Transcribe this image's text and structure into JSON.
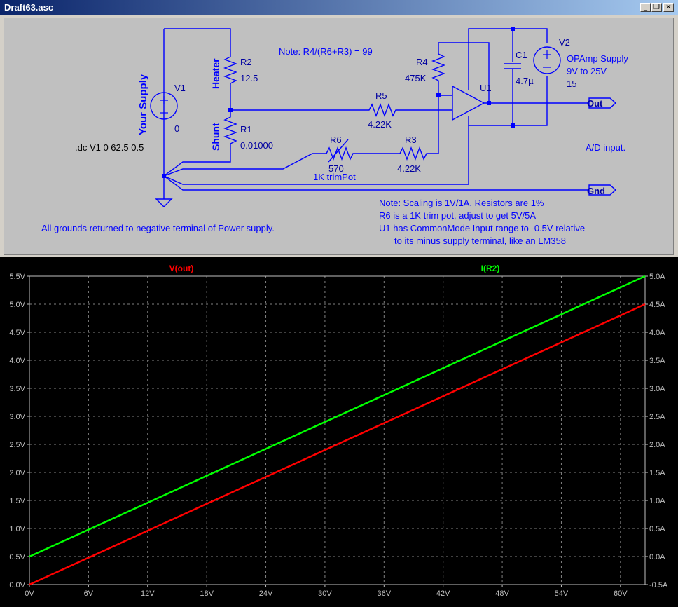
{
  "window": {
    "title": "Draft63.asc",
    "minimize_glyph": "_",
    "restore_glyph": "❐",
    "close_glyph": "✕"
  },
  "schematic": {
    "components": {
      "v1": {
        "name": "V1",
        "value": "0",
        "label": "Your Supply"
      },
      "r2": {
        "name": "R2",
        "value": "12.5",
        "label": "Heater"
      },
      "r1": {
        "name": "R1",
        "value": "0.01000",
        "label": "Shunt"
      },
      "r5": {
        "name": "R5",
        "value": "4.22K"
      },
      "r6": {
        "name": "R6",
        "value": "570",
        "label": "1K trimPot"
      },
      "r3": {
        "name": "R3",
        "value": "4.22K"
      },
      "r4": {
        "name": "R4",
        "value": "475K"
      },
      "c1": {
        "name": "C1",
        "value": "4.7µ"
      },
      "u1": {
        "name": "U1"
      },
      "v2": {
        "name": "V2",
        "value": "15",
        "label_line1": "OPAmp Supply",
        "label_line2": "9V to 25V"
      }
    },
    "ports": {
      "out": "Out",
      "gnd": "Gnd"
    },
    "directive": ".dc V1 0 62.5 0.5",
    "notes": {
      "ratio": "Note: R4/(R6+R3) = 99",
      "ad_input": "A/D input.",
      "scaling": "Note: Scaling is 1V/1A, Resistors are 1%",
      "trim": "R6 is a 1K trim pot, adjust to get 5V/5A",
      "cm_line1": "U1 has CommonMode Input range to -0.5V relative",
      "cm_line2": "to its minus supply terminal, like an LM358",
      "grounds": "All grounds returned to negative terminal of Power supply."
    },
    "colors": {
      "wire": "#0000ff",
      "text": "#0000b0",
      "bg": "#c0c0c0"
    }
  },
  "chart_data": {
    "type": "line",
    "x_label_unit": "V",
    "x_ticks": [
      "0V",
      "6V",
      "12V",
      "18V",
      "24V",
      "30V",
      "36V",
      "42V",
      "48V",
      "54V",
      "60V"
    ],
    "x_tick_values": [
      0,
      6,
      12,
      18,
      24,
      30,
      36,
      42,
      48,
      54,
      60
    ],
    "xlim": [
      0,
      62.5
    ],
    "left_axis": {
      "ticks": [
        "0.0V",
        "0.5V",
        "1.0V",
        "1.5V",
        "2.0V",
        "2.5V",
        "3.0V",
        "3.5V",
        "4.0V",
        "4.5V",
        "5.0V",
        "5.5V"
      ],
      "tick_values": [
        0,
        0.5,
        1,
        1.5,
        2,
        2.5,
        3,
        3.5,
        4,
        4.5,
        5,
        5.5
      ],
      "lim": [
        0,
        5.5
      ]
    },
    "right_axis": {
      "ticks": [
        "-0.5A",
        "0.0A",
        "0.5A",
        "1.0A",
        "1.5A",
        "2.0A",
        "2.5A",
        "3.0A",
        "3.5A",
        "4.0A",
        "4.5A",
        "5.0A"
      ],
      "tick_values": [
        -0.5,
        0,
        0.5,
        1,
        1.5,
        2,
        2.5,
        3,
        3.5,
        4,
        4.5,
        5
      ],
      "lim": [
        -0.5,
        5.0
      ]
    },
    "grid": true,
    "series": [
      {
        "name": "V(out)",
        "axis": "left",
        "color": "#ff0000",
        "x": [
          0,
          62.5
        ],
        "y": [
          0.0,
          5.0
        ]
      },
      {
        "name": "I(R2)",
        "axis": "right",
        "color": "#00ff00",
        "x": [
          0,
          62.5
        ],
        "y": [
          0.0,
          5.0
        ]
      }
    ],
    "colors": {
      "background": "#000000",
      "grid": "#808080",
      "ticks": "#c0c0c0"
    }
  }
}
